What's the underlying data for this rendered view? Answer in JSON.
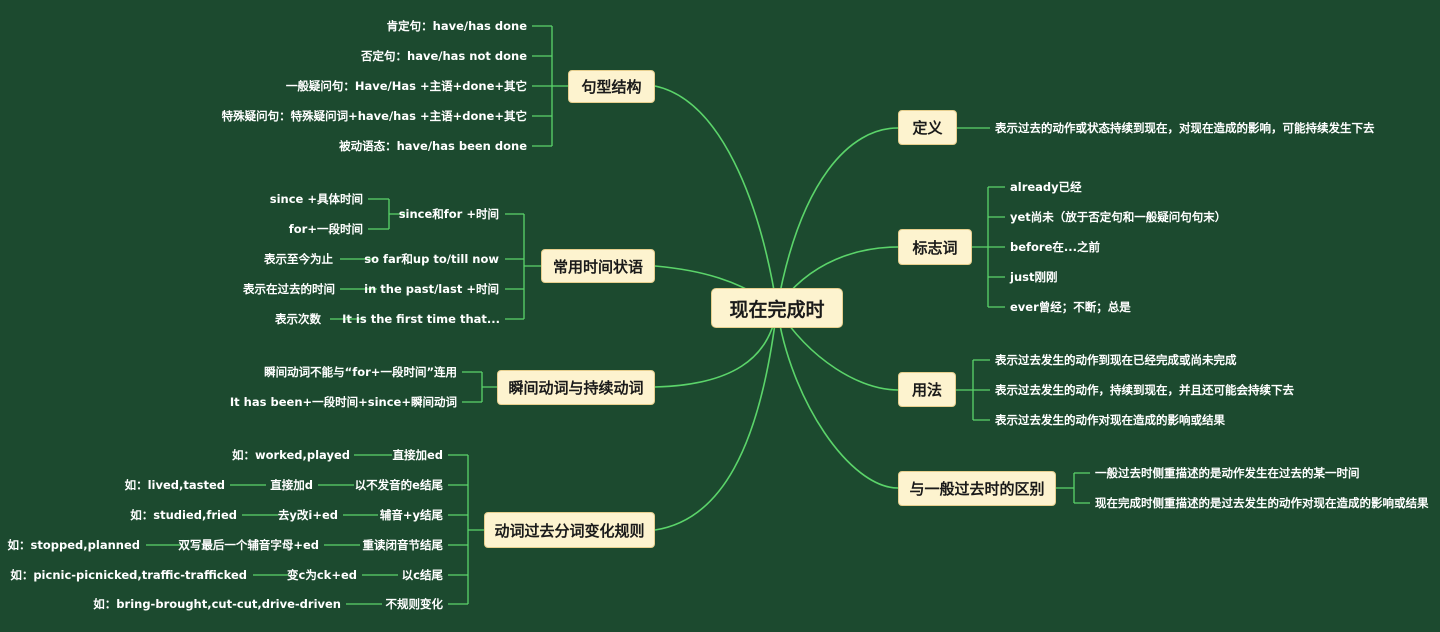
{
  "root": "现在完成时",
  "left": {
    "structure": {
      "title": "句型结构",
      "items": [
        "肯定句：have/has done",
        "否定句：have/has not done",
        "一般疑问句：Have/Has +主语+done+其它",
        "特殊疑问句：特殊疑问词+have/has +主语+done+其它",
        "被动语态：have/has been done"
      ]
    },
    "time_adverbials": {
      "title": "常用时间状语",
      "since_for": {
        "label": "since和for +时间",
        "children": [
          "since +具体时间",
          "for+一段时间"
        ]
      },
      "rows": [
        {
          "label": "so far和up to/till now",
          "note": "表示至今为止"
        },
        {
          "label": "in the past/last +时间",
          "note": "表示在过去的时间"
        },
        {
          "label": "It is the first time that...",
          "note": "表示次数"
        }
      ]
    },
    "verbs": {
      "title": "瞬间动词与持续动词",
      "items": [
        "瞬间动词不能与“for+一段时间”连用",
        "It has been+一段时间+since+瞬间动词"
      ]
    },
    "participle": {
      "title": "动词过去分词变化规则",
      "rows": [
        {
          "rule": "直接加ed",
          "example": "如：worked,played"
        },
        {
          "rule": "以不发音的e结尾",
          "sub": "直接加d",
          "example": "如：lived,tasted"
        },
        {
          "rule": "辅音+y结尾",
          "sub": "去y改i+ed",
          "example": "如：studied,fried"
        },
        {
          "rule": "重读闭音节结尾",
          "sub": "双写最后一个辅音字母+ed",
          "example": "如：stopped,planned"
        },
        {
          "rule": "以c结尾",
          "sub": "变c为ck+ed",
          "example": "如：picnic-picnicked,traffic-trafficked"
        },
        {
          "rule": "不规则变化",
          "example": "如：bring-brought,cut-cut,drive-driven"
        }
      ]
    }
  },
  "right": {
    "definition": {
      "title": "定义",
      "items": [
        "表示过去的动作或状态持续到现在，对现在造成的影响，可能持续发生下去"
      ]
    },
    "markers": {
      "title": "标志词",
      "items": [
        "already已经",
        "yet尚未（放于否定句和一般疑问句句末）",
        "before在...之前",
        "just刚刚",
        "ever曾经；不断；总是"
      ]
    },
    "usage": {
      "title": "用法",
      "items": [
        "表示过去发生的动作到现在已经完成或尚未完成",
        "表示过去发生的动作，持续到现在，并且还可能会持续下去",
        "表示过去发生的动作对现在造成的影响或结果"
      ]
    },
    "difference": {
      "title": "与一般过去时的区别",
      "items": [
        "一般过去时侧重描述的是动作发生在过去的某一时间",
        "现在完成时侧重描述的是过去发生的动作对现在造成的影响或结果"
      ]
    }
  },
  "colors": {
    "background": "#1c4a2f",
    "line": "#5bd46a",
    "box_fill": "#fdf3cf",
    "box_border": "#e7cf8e",
    "text": "#ffffff"
  }
}
